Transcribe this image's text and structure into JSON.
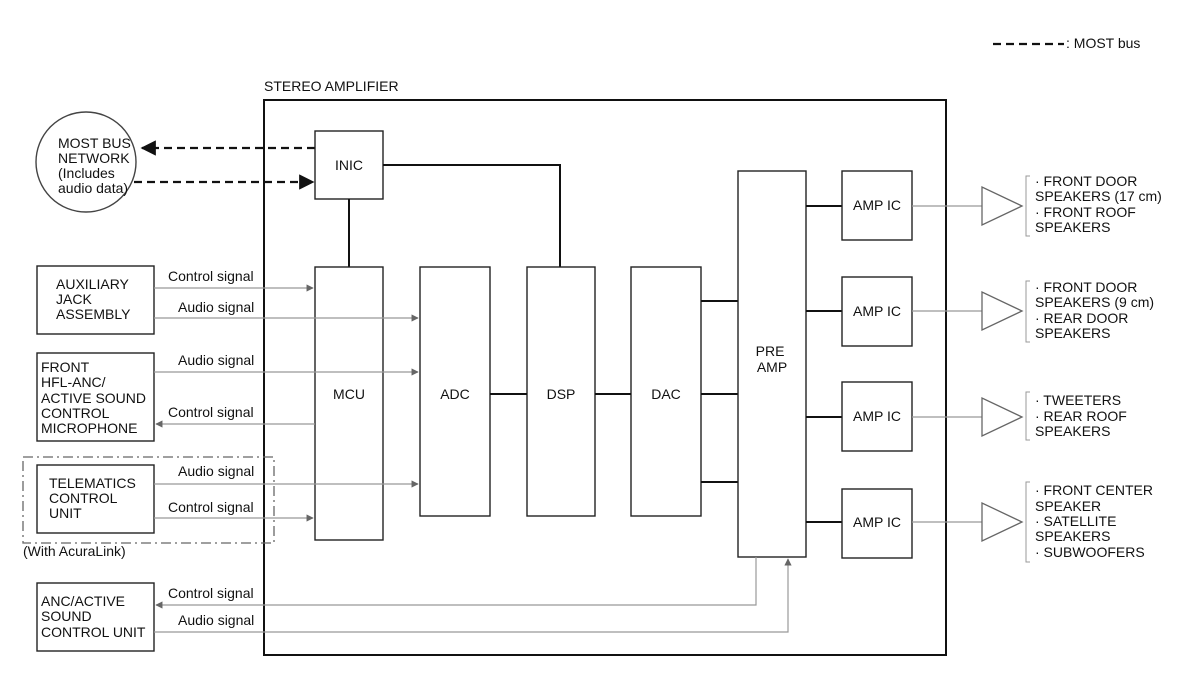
{
  "legend": {
    "label": ": MOST bus"
  },
  "amplifier": {
    "title": "STEREO AMPLIFIER"
  },
  "inic": "INIC",
  "mcu": "MCU",
  "adc": "ADC",
  "dsp": "DSP",
  "dac": "DAC",
  "preamp": [
    "PRE",
    "AMP"
  ],
  "amp_ic": [
    "AMP IC",
    "AMP IC",
    "AMP IC",
    "AMP IC"
  ],
  "most_network": [
    "MOST BUS",
    "NETWORK",
    "(Includes",
    "audio data)"
  ],
  "aux_jack": [
    "AUXILIARY",
    "JACK",
    "ASSEMBLY"
  ],
  "front_mic": [
    "FRONT",
    "HFL-ANC/",
    "ACTIVE SOUND",
    "CONTROL",
    "MICROPHONE"
  ],
  "telematics": [
    "TELEMATICS",
    "CONTROL",
    "UNIT"
  ],
  "telematics_note": "(With AcuraLink)",
  "anc_unit": [
    "ANC/ACTIVE",
    "SOUND",
    "CONTROL UNIT"
  ],
  "signals": {
    "control": "Control signal",
    "audio": "Audio signal"
  },
  "speakers": [
    [
      "· FRONT DOOR",
      "SPEAKERS (17 cm)",
      "· FRONT ROOF",
      "SPEAKERS"
    ],
    [
      "· FRONT DOOR",
      "SPEAKERS (9 cm)",
      "· REAR DOOR",
      "SPEAKERS"
    ],
    [
      "· TWEETERS",
      "· REAR ROOF",
      "SPEAKERS"
    ],
    [
      "· FRONT CENTER",
      "SPEAKER",
      "· SATELLITE",
      "SPEAKERS",
      "· SUBWOOFERS"
    ]
  ]
}
